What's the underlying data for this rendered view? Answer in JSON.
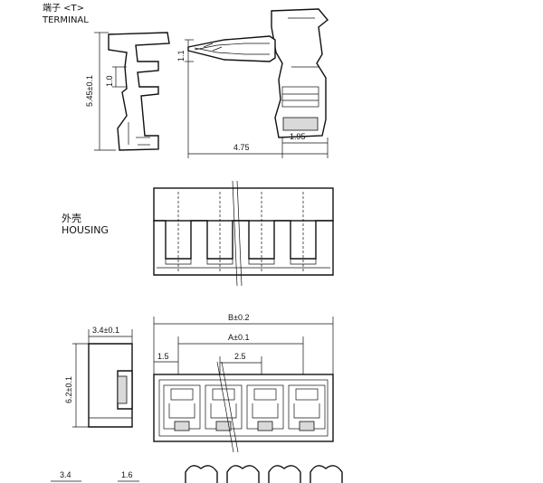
{
  "labels": {
    "terminal_cn": "端子 <T>",
    "terminal_en": "TERMINAL",
    "housing_cn": "外壳",
    "housing_en": "HOUSING"
  },
  "dimensions": {
    "d_545": "5.45±0.1",
    "d_10": "1.0",
    "d_11": "1.1",
    "d_475": "4.75",
    "d_195": "1.95",
    "d_b": "B±0.2",
    "d_a": "A±0.1",
    "d_15": "1.5",
    "d_25": "2.5",
    "d_34_01": "3.4±0.1",
    "d_62": "6.2±0.1",
    "d_34": "3.4",
    "d_16": "1.6"
  }
}
